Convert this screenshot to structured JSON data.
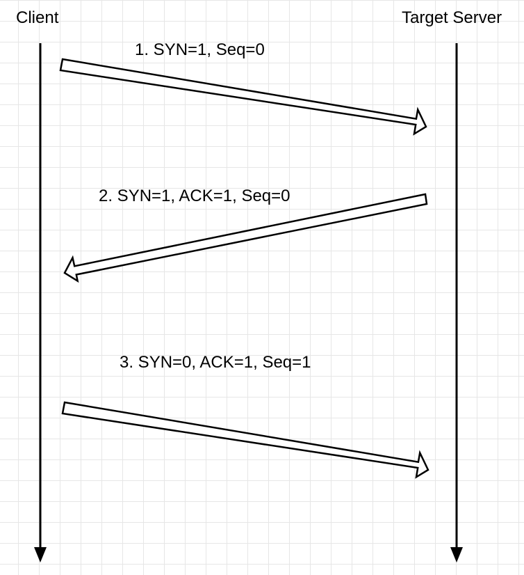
{
  "participants": {
    "client": "Client",
    "server": "Target Server"
  },
  "messages": [
    {
      "label": "1. SYN=1, Seq=0",
      "from": "client",
      "to": "server"
    },
    {
      "label": "2. SYN=1, ACK=1, Seq=0",
      "from": "server",
      "to": "client"
    },
    {
      "label": "3. SYN=0, ACK=1, Seq=1",
      "from": "client",
      "to": "server"
    }
  ],
  "colors": {
    "stroke": "#000000",
    "arrow_fill": "#ffffff",
    "grid": "#e6e6e6",
    "background": "#ffffff"
  }
}
